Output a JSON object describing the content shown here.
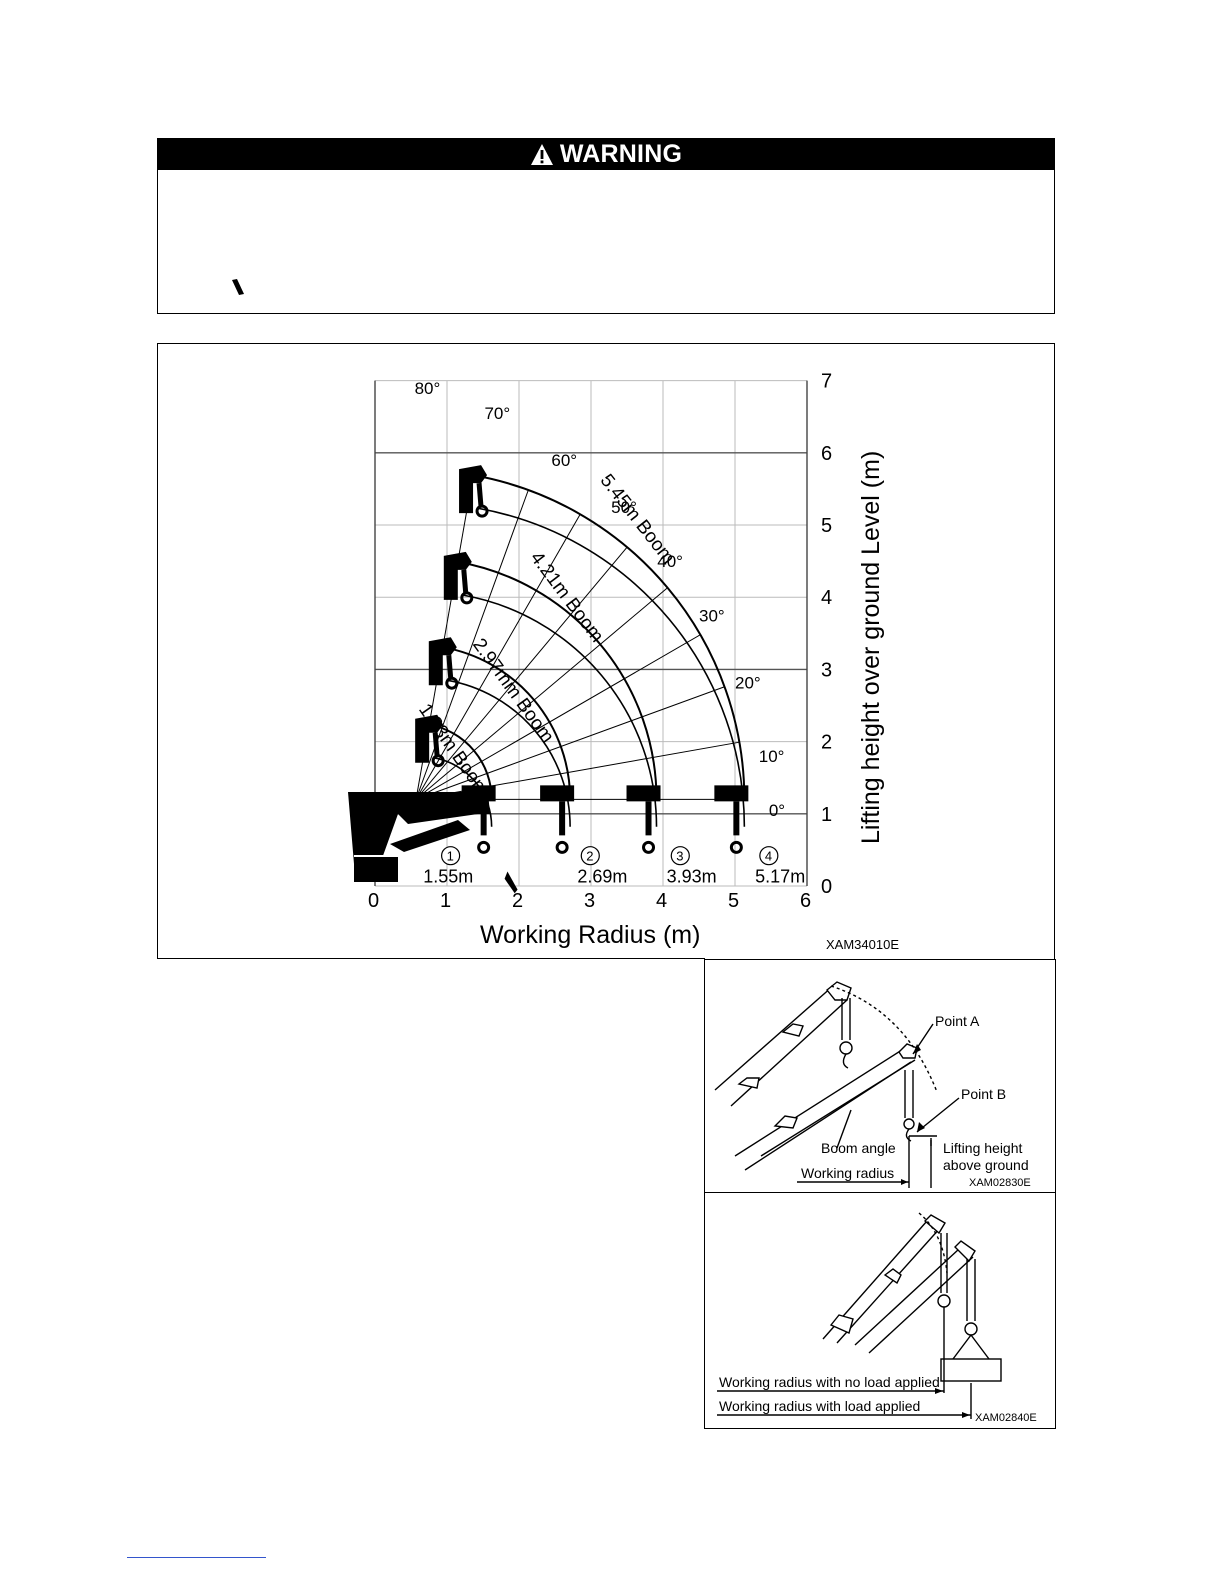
{
  "warning": {
    "title": "WARNING",
    "icon": "warning-triangle-icon"
  },
  "range_chart": {
    "x_axis_label": "Working Radius (m)",
    "y_axis_label": "Lifting height over ground Level (m)",
    "x_ticks": [
      "0",
      "1",
      "2",
      "3",
      "4",
      "5",
      "6"
    ],
    "y_ticks": [
      "0",
      "1",
      "2",
      "3",
      "4",
      "5",
      "6",
      "7"
    ],
    "angle_labels": [
      "80°",
      "70°",
      "60°",
      "50°",
      "40°",
      "30°",
      "20°",
      "10°",
      "0°"
    ],
    "booms": [
      {
        "label": "1.83m Boom",
        "marker": "1",
        "radius_label": "1.55m"
      },
      {
        "label": "2.97mm Boom",
        "marker": "2",
        "radius_label": "2.69m"
      },
      {
        "label": "4.21m Boom",
        "marker": "3",
        "radius_label": "3.93m"
      },
      {
        "label": "5.45m Boom",
        "marker": "4",
        "radius_label": "5.17m"
      }
    ],
    "figure_code": "XAM34010E"
  },
  "fig_a": {
    "point_a": "Point A",
    "point_b": "Point B",
    "boom_angle": "Boom angle",
    "working_radius": "Working radius",
    "lifting_height_1": "Lifting height",
    "lifting_height_2": "above ground",
    "code": "XAM02830E"
  },
  "fig_b": {
    "no_load": "Working radius with no load applied",
    "with_load": "Working radius with load applied",
    "code": "XAM02840E"
  }
}
